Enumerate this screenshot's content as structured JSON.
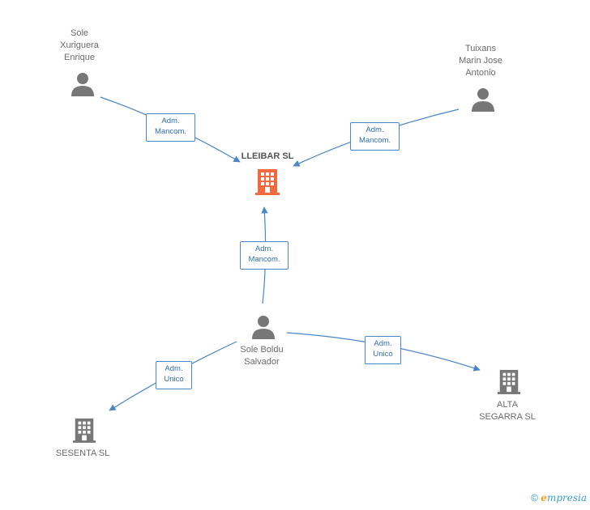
{
  "nodes": {
    "center": {
      "label": "LLEIBAR SL",
      "color": "#f26a3d"
    },
    "p1": {
      "label": "Sole\nXuriguera\nEnrique"
    },
    "p2": {
      "label": "Tuixans\nMarin Jose\nAntonio"
    },
    "p3": {
      "label": "Sole Boldu\nSalvador"
    },
    "c1": {
      "label": "SESENTA SL"
    },
    "c2": {
      "label": "ALTA\nSEGARRA  SL"
    }
  },
  "edges": {
    "e1": {
      "label": "Adm.\nMancom."
    },
    "e2": {
      "label": "Adm.\nMancom."
    },
    "e3": {
      "label": "Adm.\nMancom."
    },
    "e4": {
      "label": "Adm.\nUnico"
    },
    "e5": {
      "label": "Adm.\nUnico"
    }
  },
  "colors": {
    "edge": "#4a86c8",
    "icon": "#777777"
  },
  "footer": {
    "copyright": "©",
    "brand_e": "e",
    "brand_rest": "mpresia"
  }
}
